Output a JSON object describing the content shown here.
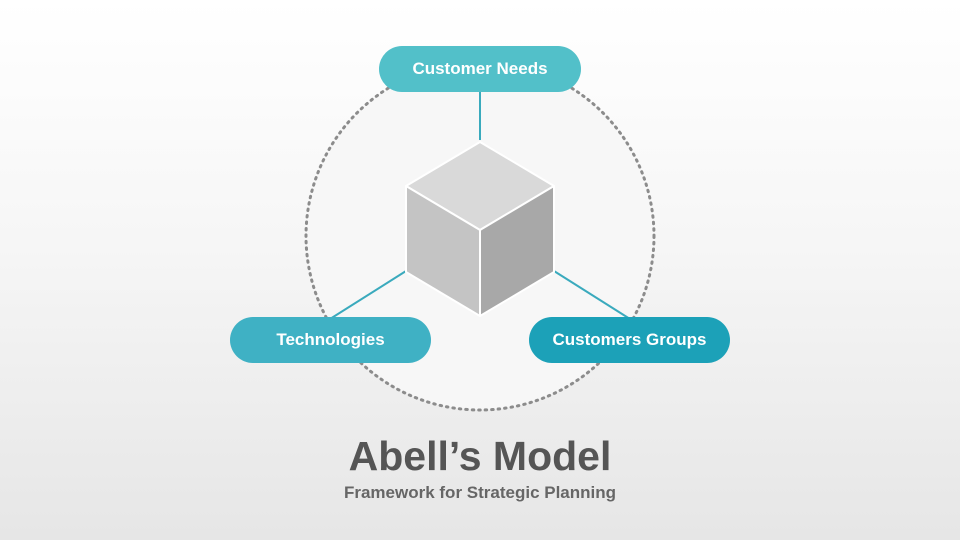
{
  "nodes": {
    "top": {
      "label": "Customer Needs",
      "color": "#52c0c9"
    },
    "left": {
      "label": "Technologies",
      "color": "#3fb1c4"
    },
    "right": {
      "label": "Customers Groups",
      "color": "#1ca1b8"
    }
  },
  "connector_color": "#3aaabd",
  "circle_color": "#8c8c8c",
  "cube_colors": {
    "top": "#d9d9d9",
    "left": "#c4c4c4",
    "right": "#a8a8a8"
  },
  "title": "Abell’s Model",
  "subtitle": "Framework for Strategic Planning"
}
